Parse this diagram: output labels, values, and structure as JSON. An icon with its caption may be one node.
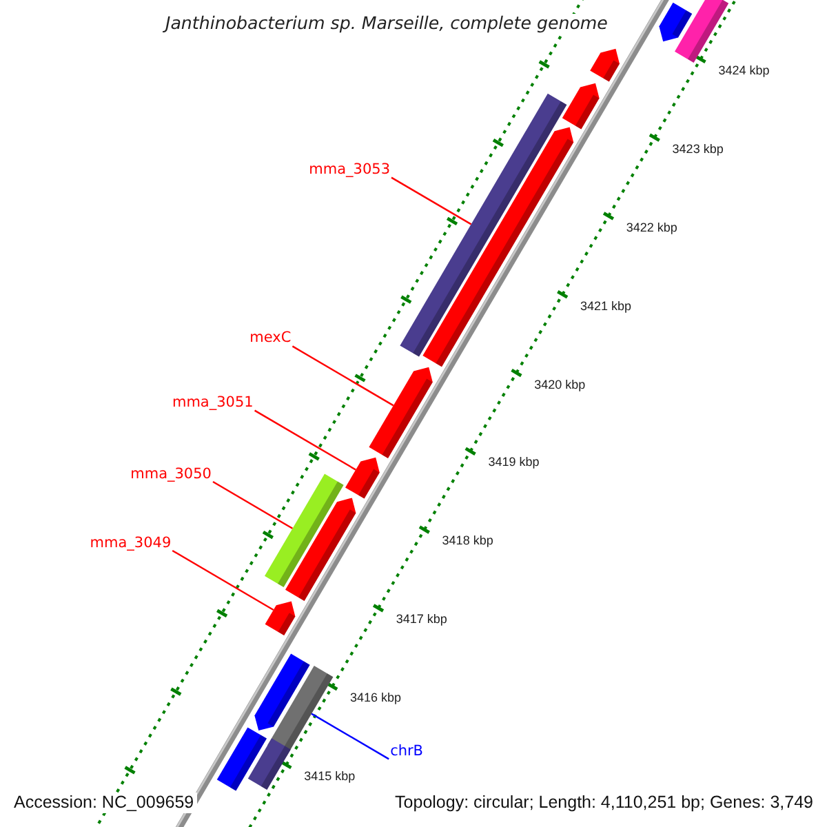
{
  "diagram": {
    "title": "Janthinobacterium sp. Marseille, complete genome",
    "nodes": [
      {
        "text": [
          "mma_3053"
        ]
      },
      {
        "text": [
          "mexC"
        ]
      },
      {
        "text": [
          "mma_3051"
        ]
      },
      {
        "text": [
          "mma_3050"
        ]
      },
      {
        "text": [
          "mma_3049"
        ]
      },
      {
        "text": [
          "chrB"
        ]
      },
      {
        "text": [],
        "shape": "pentagon"
      },
      {
        "text": [],
        "shape": "bar"
      },
      {
        "text": [],
        "shape": "pentagon"
      },
      {
        "text": [],
        "shape": "pentagon"
      },
      {
        "text": [],
        "shape": "bar"
      },
      {
        "text": [],
        "shape": "pentagon"
      },
      {
        "text": [],
        "shape": "pentagon"
      },
      {
        "text": [],
        "shape": "pentagon"
      },
      {
        "text": [],
        "shape": "bar"
      },
      {
        "text": [],
        "shape": "pentagon"
      },
      {
        "text": [],
        "shape": "pentagon"
      },
      {
        "text": [],
        "shape": "pentagon"
      },
      {
        "text": [],
        "shape": "bar"
      },
      {
        "text": [],
        "shape": "bar"
      },
      {
        "text": [],
        "shape": "bar"
      }
    ],
    "edges": [
      {
        "from": 0,
        "to": 10,
        "arrow": "none"
      },
      {
        "from": 1,
        "to": 12,
        "arrow": "none"
      },
      {
        "from": 2,
        "to": 13,
        "arrow": "none"
      },
      {
        "from": 3,
        "to": 14,
        "arrow": "none"
      },
      {
        "from": 4,
        "to": 16,
        "arrow": "none"
      },
      {
        "from": 5,
        "to": 18,
        "arrow": "none",
        "color": "#0000ff"
      }
    ],
    "labels": [
      "3424 kbp",
      "3423 kbp",
      "3422 kbp",
      "3421 kbp",
      "3420 kbp",
      "3419 kbp",
      "3418 kbp",
      "3417 kbp",
      "3416 kbp",
      "3415 kbp",
      "Accession: NC_009659",
      "Topology: circular; Length: 4,110,251 bp; Genes: 3,749"
    ]
  }
}
